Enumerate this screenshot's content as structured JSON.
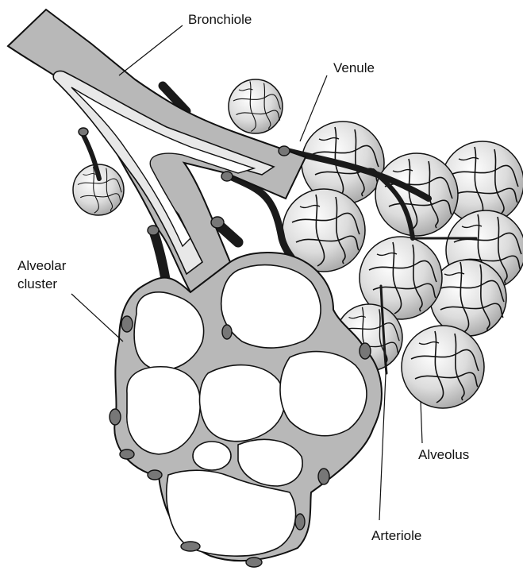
{
  "labels": {
    "bronchiole": "Bronchiole",
    "venule": "Venule",
    "alveolar_cluster_line1": "Alveolar",
    "alveolar_cluster_line2": "cluster",
    "alveolus": "Alveolus",
    "arteriole": "Arteriole"
  },
  "colors": {
    "tissue": "#b8b8b8",
    "wall_light": "#e8e8e8",
    "vessel": "#1a1a1a",
    "capillary_node": "#7a7a7a",
    "sphere_light": "#ffffff",
    "sphere_dark": "#a0a0a0"
  }
}
